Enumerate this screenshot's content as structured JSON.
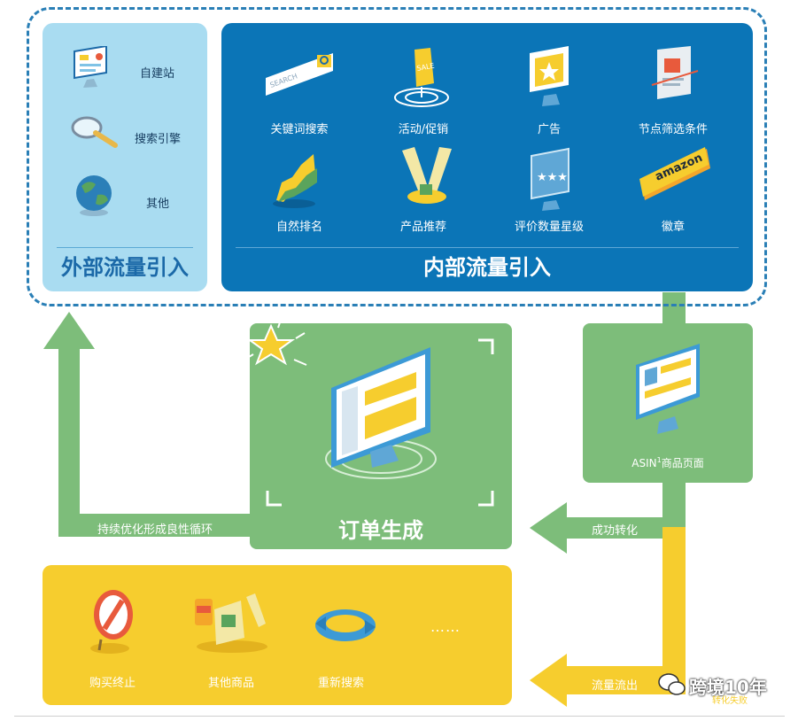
{
  "external": {
    "title": "外部流量引入",
    "items": [
      {
        "label": "自建站",
        "icon": "website-monitor-icon"
      },
      {
        "label": "搜索引擎",
        "icon": "magnifier-icon"
      },
      {
        "label": "其他",
        "icon": "globe-icon"
      }
    ]
  },
  "internal": {
    "title": "内部流量引入",
    "items": [
      {
        "label": "关键词搜索",
        "icon": "search-bar-icon",
        "icon_text": "SEARCH"
      },
      {
        "label": "活动/促销",
        "icon": "sale-tag-icon",
        "icon_text": "SALE"
      },
      {
        "label": "广告",
        "icon": "ad-monitor-icon"
      },
      {
        "label": "节点筛选条件",
        "icon": "filter-card-icon"
      },
      {
        "label": "自然排名",
        "icon": "ranking-chart-icon"
      },
      {
        "label": "产品推荐",
        "icon": "spotlight-icon"
      },
      {
        "label": "评价数量星级",
        "icon": "star-rating-icon"
      },
      {
        "label": "徽章",
        "icon": "amazon-badge-icon",
        "icon_text": "amazon"
      }
    ]
  },
  "order": {
    "title": "订单生成"
  },
  "asin": {
    "label": "ASIN",
    "sup": "1",
    "label_suffix": "商品页面"
  },
  "flows": {
    "loop": "持续优化形成良性循环",
    "conversion": "成功转化",
    "outflow": "流量流出"
  },
  "outflow_items": [
    {
      "label": "购买终止",
      "icon": "stop-sign-icon"
    },
    {
      "label": "其他商品",
      "icon": "other-products-icon"
    },
    {
      "label": "重新搜索",
      "icon": "refresh-icon"
    },
    {
      "label": "……",
      "icon": "more-icon"
    }
  ],
  "watermark": {
    "text": "跨境10年",
    "sub": "转化失败"
  },
  "colors": {
    "external_bg": "#a9dcf1",
    "internal_bg": "#0b75b7",
    "green": "#7dbd7a",
    "yellow": "#f6cd2e",
    "dashed_border": "#2a7fb6"
  }
}
